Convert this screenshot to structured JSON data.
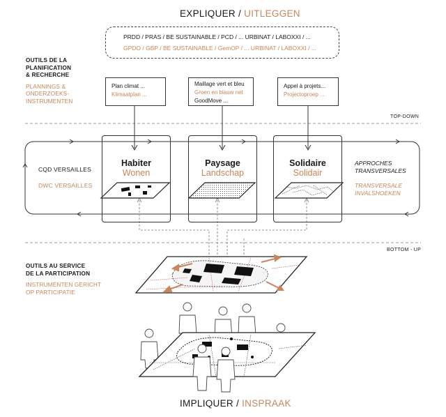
{
  "header": {
    "fr": "EXPLIQUER",
    "sep": " / ",
    "nl": "UITLEGGEN"
  },
  "footer": {
    "fr": "IMPLIQUER",
    "sep": " / ",
    "nl": "INSPRAAK"
  },
  "tools_box": {
    "fr": "PRDD / PRAS / BE SUSTAINABLE / PCD / ...      URBINAT / LABOXXI / ...",
    "nl": "GPDO / GBP / BE SUSTAINABLE / GemOP / ...    URBINAT / LABOXXI / ..."
  },
  "side_top": {
    "fr": [
      "OUTILS DE LA",
      "PLANIFICATION",
      "& RECHERCHE"
    ],
    "nl": [
      "PLANNINGS &",
      "ONDERZOEKS-",
      "INSTRUMENTEN"
    ]
  },
  "side_bottom": {
    "fr": [
      "OUTILS AU SERVICE",
      "DE LA PARTICIPATION"
    ],
    "nl": [
      "INSTRUMENTEN GERICHT",
      "OP PARTICIPATIE"
    ]
  },
  "top_down": "TOP-DOWN",
  "bottom_up": "BOTTOM - UP",
  "tool1": {
    "fr": "Plan climat ...",
    "nl": "Klimaatplan ..."
  },
  "tool2": {
    "fr": "Maillage vert et bleu",
    "nl": "Groen en blauw net",
    "extra": "GoodMove ..."
  },
  "tool3": {
    "fr": "Appel à projets...",
    "nl": "Projectoproep ..."
  },
  "pillars": [
    {
      "fr": "Habiter",
      "nl": "Wonen"
    },
    {
      "fr": "Paysage",
      "nl": "Landschap"
    },
    {
      "fr": "Solidaire",
      "nl": "Solidair"
    }
  ],
  "cqd": {
    "fr": "CQD VERSAILLES",
    "nl": "DWC VERSAILLES"
  },
  "approaches": {
    "fr": [
      "APPROCHES",
      "TRANSVERSALES"
    ],
    "nl": [
      "TRANSVERSALE",
      "INVALSHOEKEN"
    ]
  },
  "colors": {
    "accent": "#c8865a",
    "ink": "#1a1a1a"
  }
}
